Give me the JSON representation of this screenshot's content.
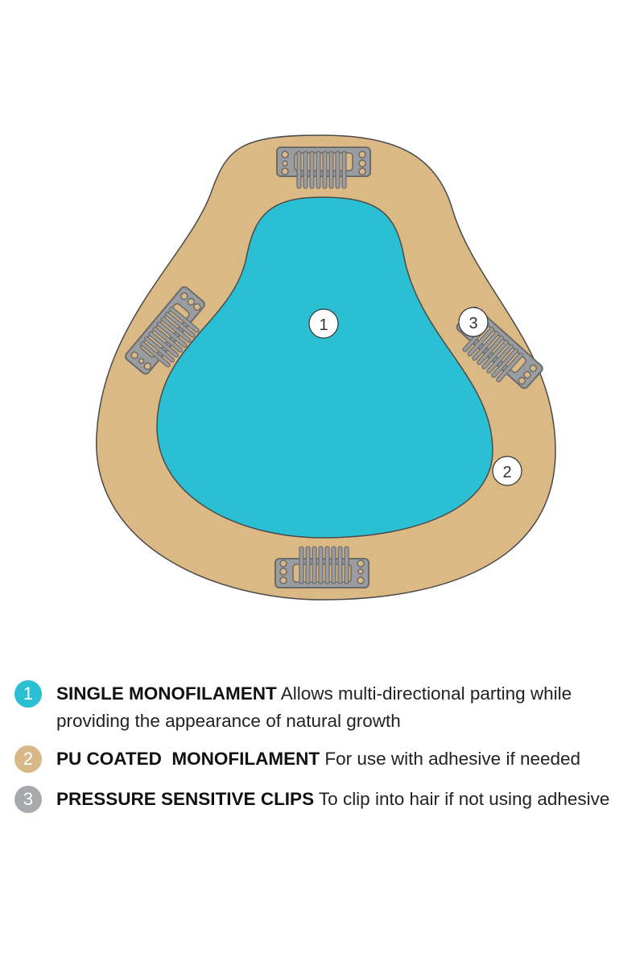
{
  "colors": {
    "monofilament": "#2bbfd4",
    "pu": "#dbb984",
    "clip": "#9a9ca0",
    "outline": "#6b6b6b"
  },
  "markers": [
    "1",
    "2",
    "3"
  ],
  "legend": [
    {
      "number": "1",
      "title": "SINGLE MONOFILAMENT",
      "desc": " Allows multi-directional parting while providing the appearance of natural growth",
      "color": "#2bbfd4"
    },
    {
      "number": "2",
      "title": "PU COATED  MONOFILAMENT",
      "desc": " For use with adhesive if needed",
      "color": "#d9b887"
    },
    {
      "number": "3",
      "title": "PRESSURE SENSITIVE CLIPS",
      "desc": " To clip into hair if not using adhesive",
      "color": "#a7a9ac"
    }
  ]
}
